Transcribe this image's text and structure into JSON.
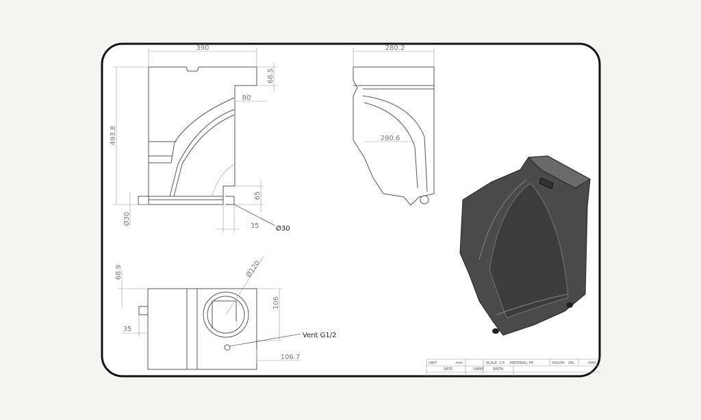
{
  "front_view": {
    "dim_width": "390",
    "dim_height": "493.8",
    "dim_top_step": "68.5",
    "dim_step_width": "80",
    "dim_base_step": "65",
    "dim_pipe_dia_left": "Ø30",
    "dim_pipe_offset": "35",
    "dim_pipe_dia_right": "Ø30"
  },
  "side_view": {
    "dim_width": "280.2",
    "dim_curve": "290.6"
  },
  "top_view": {
    "dim_height": "68.9",
    "dim_circle": "Ø120",
    "dim_circle_offset": "106",
    "dim_pipe": "35",
    "dim_vent_offset": "106.7",
    "vent_label": "Vent G1/2"
  },
  "title_block": {
    "unit_label": "UNIT",
    "unit_value": "mm",
    "scale": "SCALE: 1:5",
    "material": "MATERIAL: PE",
    "volume_label": "VOLUM:",
    "volume_value": "28L",
    "mass_label": "MAS",
    "date_label": "DATE",
    "name_label": "NAME",
    "naziv_label": "NAZIV"
  }
}
